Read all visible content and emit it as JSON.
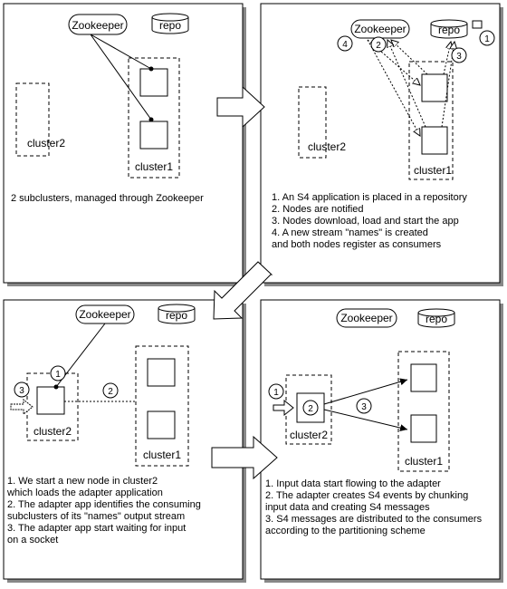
{
  "panels": [
    {
      "zookeeper": "Zookeeper",
      "repo": "repo",
      "cluster_a": "cluster2",
      "cluster_b": "cluster1",
      "caption": [
        "2 subclusters, managed through Zookeeper"
      ]
    },
    {
      "zookeeper": "Zookeeper",
      "repo": "repo",
      "cluster_a": "cluster2",
      "cluster_b": "cluster1",
      "step_markers": [
        "1",
        "2",
        "3",
        "4"
      ],
      "caption": [
        "1. An S4 application is placed in a repository",
        "2. Nodes are notified",
        "3. Nodes download, load and start the app",
        "4. A new stream \"names\" is created",
        "and both nodes register as consumers"
      ]
    },
    {
      "zookeeper": "Zookeeper",
      "repo": "repo",
      "cluster_a": "cluster2",
      "cluster_b": "cluster1",
      "step_markers": [
        "1",
        "2",
        "3"
      ],
      "caption": [
        "1. We start a new node in cluster2",
        "which loads the adapter application",
        "2. The adapter app identifies the consuming",
        "subclusters of its \"names\" output stream",
        "3. The adapter app start waiting for input",
        "on a socket"
      ]
    },
    {
      "zookeeper": "Zookeeper",
      "repo": "repo",
      "cluster_a": "cluster2",
      "cluster_b": "cluster1",
      "step_markers": [
        "1",
        "2",
        "3"
      ],
      "caption": [
        "1. Input data start flowing to the adapter",
        "2. The adapter creates S4 events by chunking",
        "input data and creating S4 messages",
        "3. S4 messages are distributed to the consumers",
        "according to the partitioning scheme"
      ]
    }
  ]
}
